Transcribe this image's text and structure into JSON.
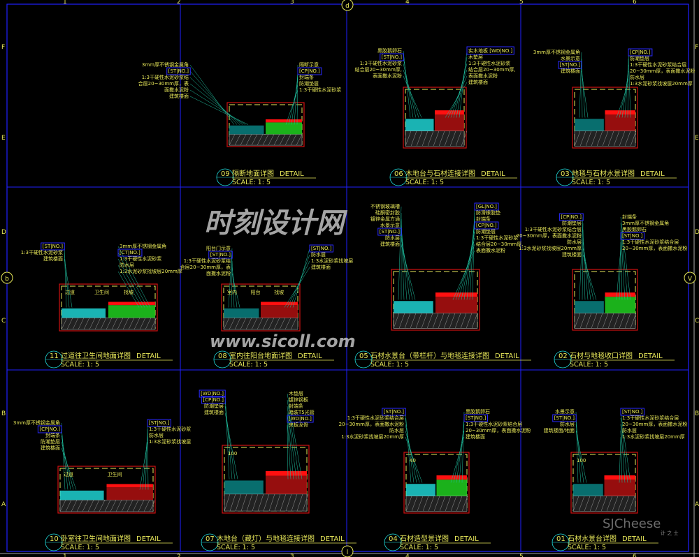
{
  "grid": {
    "rows": [
      "F",
      "E",
      "D",
      "C",
      "B",
      "A"
    ],
    "columns": [
      "1",
      "2",
      "3",
      "4",
      "5",
      "6"
    ],
    "markers": {
      "top": "d",
      "left": "b",
      "right": "V",
      "bottom": "l"
    }
  },
  "watermark": {
    "line1": "时刻设计网",
    "line2": "www.sicoll.com",
    "brand": "SJCheese",
    "brand_sub": "计 之 士"
  },
  "colors": {
    "background": "#000000",
    "frame": "#2020ff",
    "text": "#e8e85a",
    "leader": "#20c0a0",
    "outline": "#d01010",
    "fill_red": "#ff1010",
    "fill_green": "#20d020",
    "fill_cyan": "#20e0e0"
  },
  "panels": [
    {
      "id": "09",
      "title": "隔断地面详图",
      "detail": "DETAIL",
      "scale": "SCALE: 1: 5",
      "left": [
        "3mm厚不锈钢金属角",
        "[ST|NO.]",
        "1:3干硬性水泥砂浆结",
        "合层20~30mm厚，表",
        "面撒水泥粉",
        "建筑楼面"
      ],
      "right": [
        "隔断示意",
        "[CP|NO.]",
        "封端条",
        "防潮垫层",
        "1:3干硬性水泥砂浆"
      ]
    },
    {
      "id": "06",
      "title": "木地台与石材连接详图",
      "detail": "DETAIL",
      "scale": "SCALE: 1: 5",
      "left": [
        "黑胶鹅卵石",
        "[ST|NO.]",
        "1:3干硬性水泥砂浆",
        "结合层20~30mm厚,",
        "表面撒水泥粉"
      ],
      "right": [
        "实木地板 [WD|NO.]",
        "木垫层",
        "1:3干硬性水泥砂浆",
        "结合层20~30mm厚,",
        "表面撒水泥粉",
        "建筑楼面"
      ]
    },
    {
      "id": "03",
      "title": "地毯与石材水景详图",
      "detail": "DETAIL",
      "scale": "SCALE: 1: 5",
      "left": [
        "3mm厚不锈钢金属角",
        "水景示意",
        "[ST|NO.]",
        "建筑楼面"
      ],
      "right": [
        "[CP|NO.]",
        "防潮垫层",
        "1:3干硬性水泥砂浆结合层",
        "20~30mm厚，表面撒水泥粉",
        "防水层",
        "1:3水泥砂浆找坡层20mm厚"
      ]
    },
    {
      "id": "11",
      "title": "过道往卫生间地面详图",
      "detail": "DETAIL",
      "scale": "SCALE: 1: 5",
      "left": [
        "[ST|NO.]",
        "1:3干硬性水泥砂浆",
        "建筑楼面"
      ],
      "right": [
        "3mm厚不锈钢金属角",
        "[CT|NO.]",
        "1:3干硬性水泥砂浆",
        "防水层",
        "1:3水泥砂浆找坡层20mm厚"
      ],
      "inner": [
        "过道",
        "卫生间",
        "找坡"
      ]
    },
    {
      "id": "08",
      "title": "室内往阳台地面详图",
      "detail": "DETAIL",
      "scale": "SCALE: 1: 5",
      "left": [
        "阳台门示意",
        "[ST|NO.]",
        "1:3干硬性水泥砂浆结",
        "合层20~30mm厚，表",
        "面撒水泥粉"
      ],
      "right": [
        "[ST|NO.]",
        "防水层",
        "1:3水泥砂浆找坡层",
        "建筑楼面"
      ],
      "inner": [
        "室内",
        "阳台",
        "找坡"
      ]
    },
    {
      "id": "05",
      "title": "石材水景台（带栏杆）与地毯连接详图",
      "detail": "DETAIL",
      "scale": "SCALE: 1: 5",
      "left": [
        "不锈钢玻璃槽",
        "硅酮密封胶",
        "镀锌金属方通",
        "水景示意",
        "[ST|NO.]",
        "防水层",
        "建筑楼面"
      ],
      "right": [
        "[GL|NO.]",
        "防滑橡胶垫",
        "封端条",
        "[CP|NO.]",
        "防潮垫层",
        "1:3干硬性水泥砂浆",
        "结合层20~30mm厚,",
        "表面撒水泥粉"
      ]
    },
    {
      "id": "02",
      "title": "石材与地毯收口详图",
      "detail": "DETAIL",
      "scale": "SCALE: 1: 5",
      "left": [
        "[CP|NO.]",
        "防潮垫层",
        "1:3干硬性水泥砂浆结合层",
        "20~30mm厚，表面撒水泥粉",
        "防水层",
        "1:3水泥砂浆找坡层20mm厚",
        "建筑楼面"
      ],
      "right": [
        "封端条",
        "3mm厚不锈钢金属角",
        "黑胶鹅卵石",
        "[ST|NO.]",
        "1:3干硬性水泥砂浆结合层",
        "20~30mm厚，表面撒水泥粉"
      ]
    },
    {
      "id": "10",
      "title": "卧室往卫生间地面详图",
      "detail": "DETAIL",
      "scale": "SCALE: 1: 5",
      "left": [
        "3mm厚不锈钢金属角",
        "[CP|NO.]",
        "封端条",
        "防潮垫层",
        "建筑楼面"
      ],
      "right": [
        "[ST|NO.]",
        "1:3干硬性水泥砂浆",
        "防水层",
        "1:3水泥砂浆找坡层"
      ],
      "inner": [
        "过道",
        "卫生间"
      ]
    },
    {
      "id": "07",
      "title": "木地台（藏灯）与地毯连接详图",
      "detail": "DETAIL",
      "scale": "SCALE: 1: 5",
      "left": [
        "[WD|NO.]",
        "[CP|NO.]",
        "防潮垫层",
        "建筑楼面"
      ],
      "right": [
        "木垫层",
        "镀锌钢板",
        "封端条",
        "暗装T5光管",
        "[WD|NO.]",
        "夹板龙骨"
      ],
      "inner": [
        "100"
      ]
    },
    {
      "id": "04",
      "title": "石材造型景详图",
      "detail": "DETAIL",
      "scale": "SCALE: 1: 5",
      "left": [
        "[ST|NO.]",
        "1:3干硬性水泥砂浆结合层",
        "20~30mm厚，表面撒水泥粉",
        "防水层",
        "1:3水泥砂浆找坡层20mm厚"
      ],
      "right": [
        "黑胶鹅卵石",
        "[ST|NO.]",
        "1:3干硬性水泥砂浆结合层",
        "20~30mm厚，表面撒水泥粉",
        "建筑楼面"
      ],
      "inner": [
        "40"
      ]
    },
    {
      "id": "01",
      "title": "石材水景台详图",
      "detail": "DETAIL",
      "scale": "SCALE: 1: 5",
      "left": [
        "水景示意",
        "[ST|NO.]",
        "防水层",
        "建筑楼面/地面"
      ],
      "right": [
        "[ST|NO.]",
        "1:3干硬性水泥砂浆结合层",
        "20~30mm厚，表面撒水泥粉",
        "防水层",
        "1:3水泥砂浆找坡层20mm厚"
      ],
      "inner": [
        "100"
      ]
    }
  ]
}
